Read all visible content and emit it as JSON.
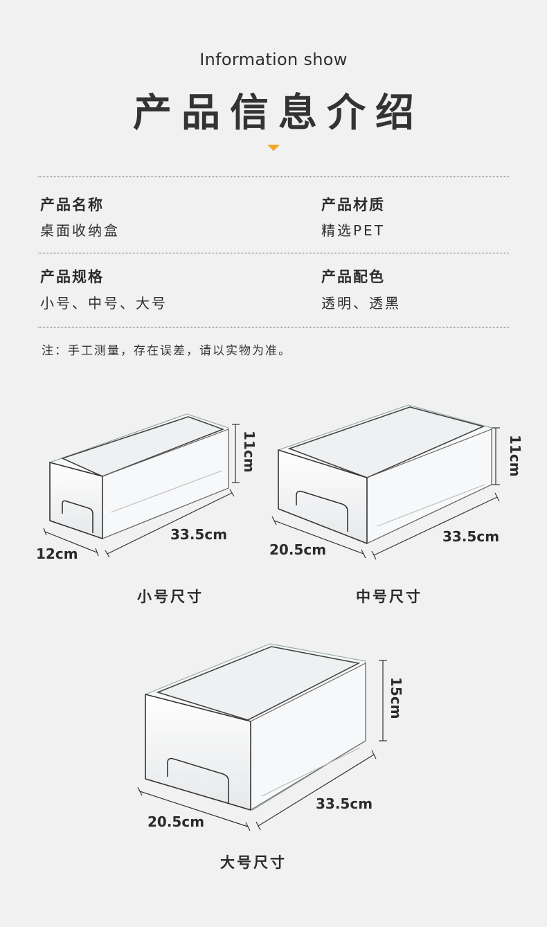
{
  "header": {
    "subtitle": "Information show",
    "title": "产品信息介绍",
    "accent_color": "#f5a623"
  },
  "specs": [
    {
      "label": "产品名称",
      "value": "桌面收纳盒"
    },
    {
      "label": "产品材质",
      "value": "精选PET"
    },
    {
      "label": "产品规格",
      "value": "小号、中号、大号"
    },
    {
      "label": "产品配色",
      "value": "透明、透黑"
    }
  ],
  "note": "注：手工测量，存在误差，请以实物为准。",
  "sizes": [
    {
      "caption": "小号尺寸",
      "width": "12cm",
      "length": "33.5cm",
      "height": "11cm"
    },
    {
      "caption": "中号尺寸",
      "width": "20.5cm",
      "length": "33.5cm",
      "height": "11cm"
    },
    {
      "caption": "大号尺寸",
      "width": "20.5cm",
      "length": "33.5cm",
      "height": "15cm"
    }
  ]
}
